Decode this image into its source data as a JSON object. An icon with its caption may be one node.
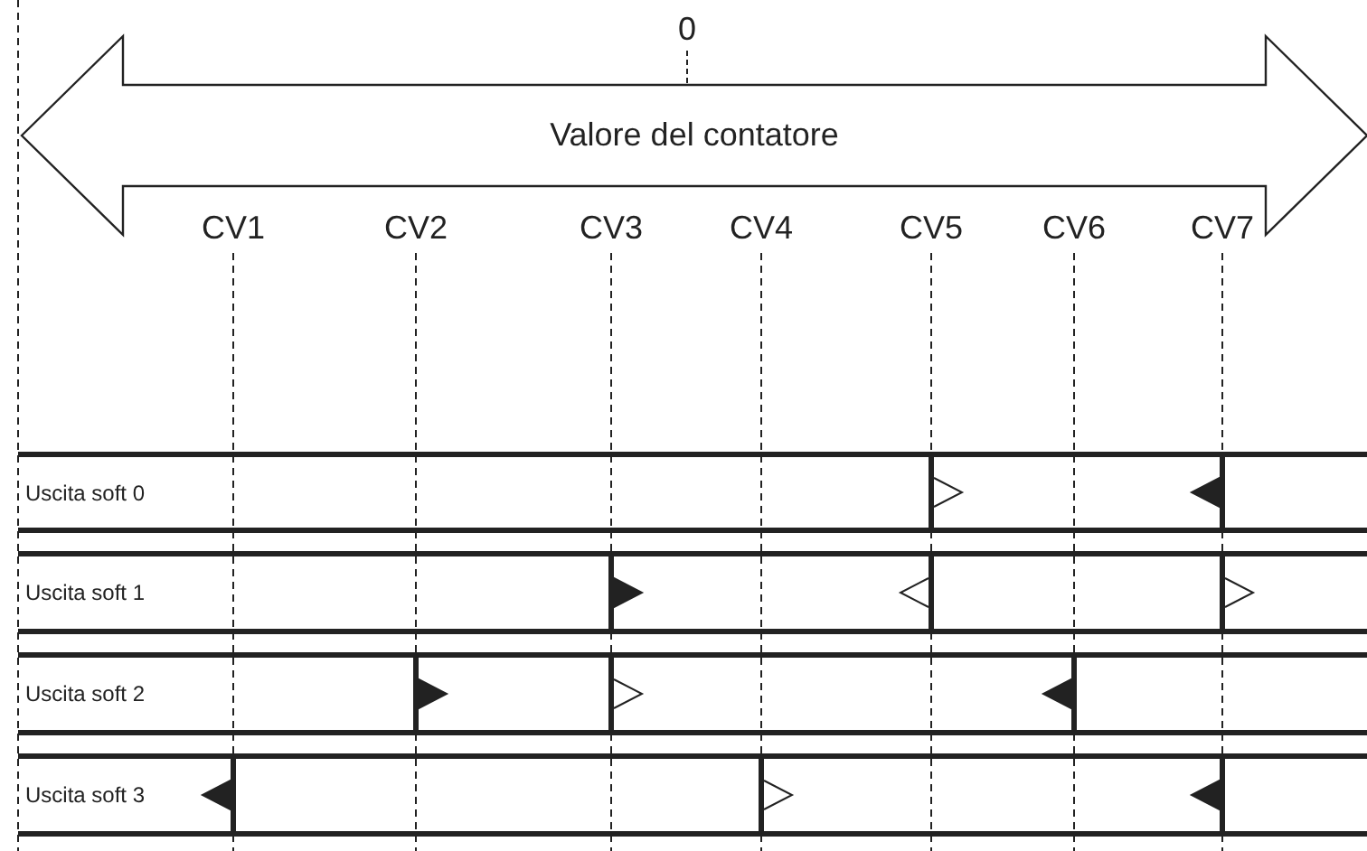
{
  "diagram": {
    "nodes": [
      {
        "text": [
          "Valore del contatore"
        ]
      },
      {
        "text": [
          "Uscita soft 0"
        ]
      },
      {
        "text": [
          "Uscita soft 1"
        ]
      },
      {
        "text": [
          "Uscita soft 2"
        ]
      },
      {
        "text": [
          "Uscita soft 3"
        ]
      }
    ],
    "labels": [
      "0",
      "CV1",
      "CV2",
      "CV3",
      "CV4",
      "CV5",
      "CV6",
      "CV7"
    ]
  }
}
